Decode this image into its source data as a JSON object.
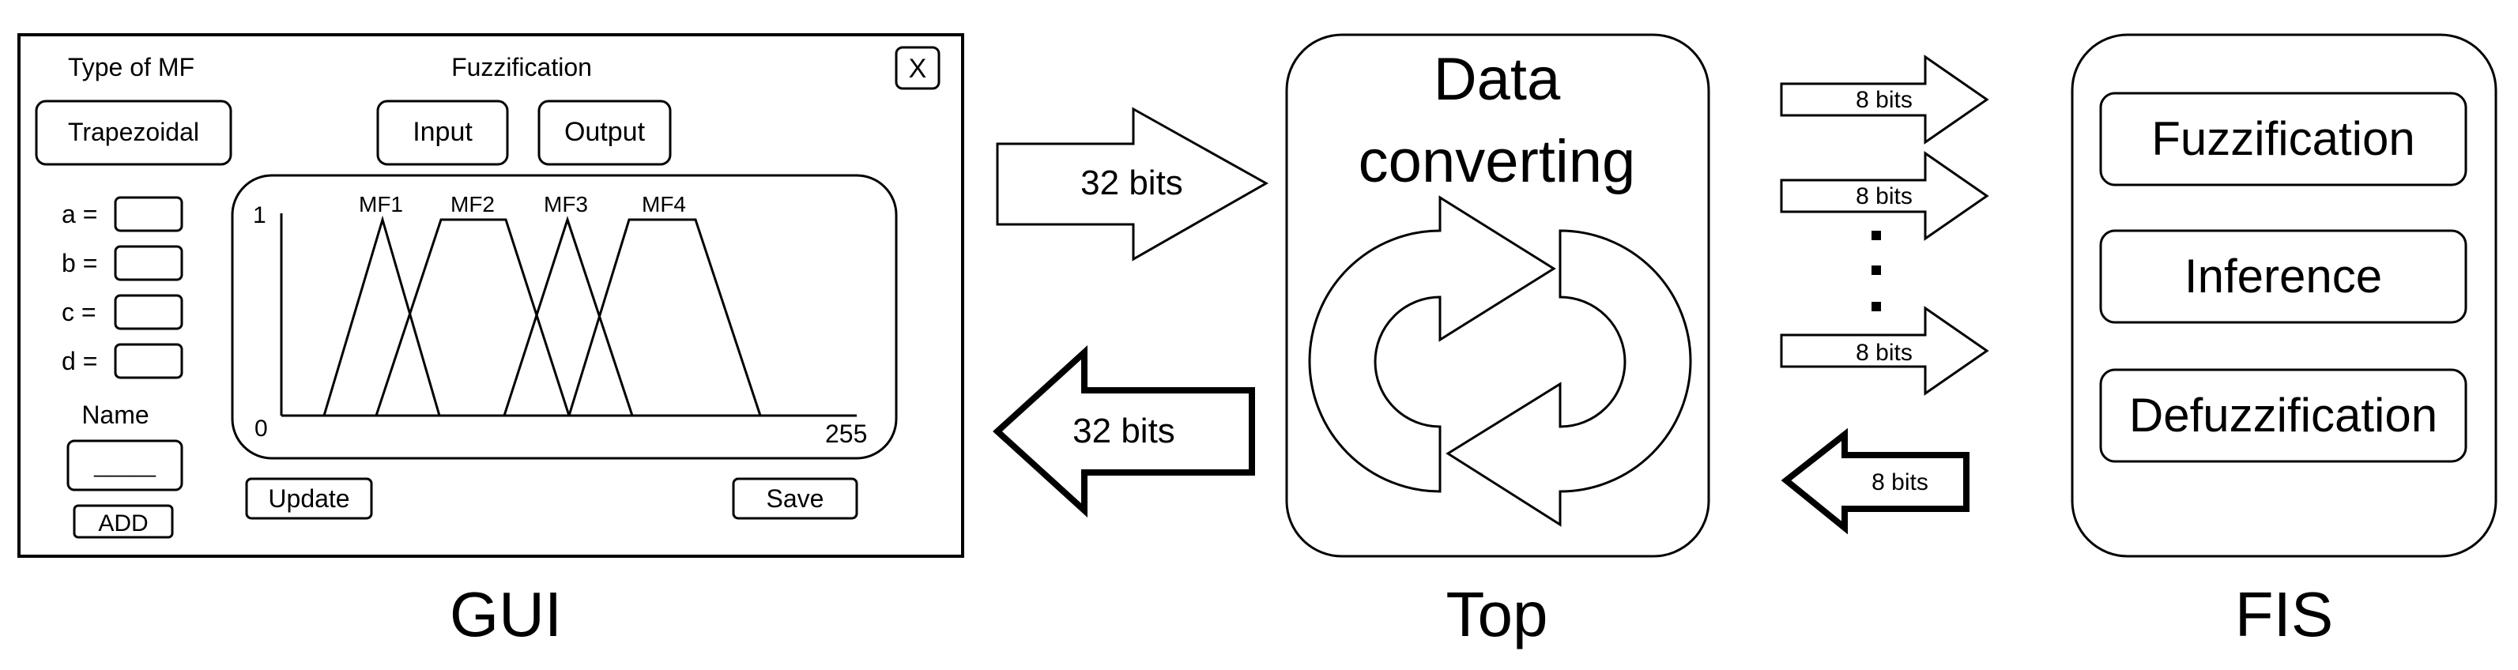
{
  "gui": {
    "caption": "GUI",
    "type_of_mf_label": "Type of MF",
    "type_of_mf_value": "Trapezoidal",
    "fuzzification_label": "Fuzzification",
    "close_label": "X",
    "input_button": "Input",
    "output_button": "Output",
    "params": [
      {
        "label": "a =",
        "value": ""
      },
      {
        "label": "b =",
        "value": ""
      },
      {
        "label": "c =",
        "value": ""
      },
      {
        "label": "d =",
        "value": ""
      }
    ],
    "name_label": "Name",
    "name_value": "_____",
    "add_button": "ADD",
    "update_button": "Update",
    "save_button": "Save",
    "plot": {
      "y_max_label": "1",
      "origin_label": "0",
      "x_max_label": "255",
      "mf_labels": [
        "MF1",
        "MF2",
        "MF3",
        "MF4"
      ]
    }
  },
  "links": {
    "gui_to_top": "32 bits",
    "top_to_gui": "32 bits",
    "top_to_fis_1": "8 bits",
    "top_to_fis_2": "8 bits",
    "top_to_fis_3": "8 bits",
    "fis_to_top": "8 bits",
    "ellipsis_icon": "vertical-ellipsis"
  },
  "top": {
    "caption": "Top",
    "title_line1": "Data",
    "title_line2": "converting",
    "icon": "cycle-arrows-icon"
  },
  "fis": {
    "caption": "FIS",
    "blocks": [
      "Fuzzification",
      "Inference",
      "Defuzzification"
    ]
  }
}
